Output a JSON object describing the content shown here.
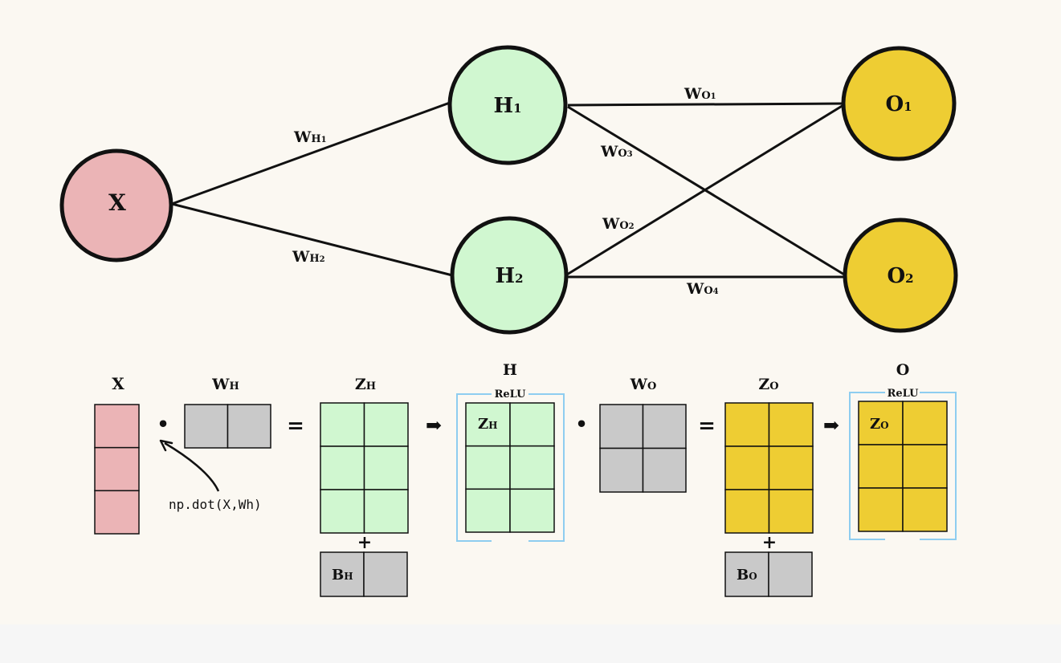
{
  "network": {
    "nodes": {
      "x": {
        "label": "X",
        "sub": ""
      },
      "h1": {
        "label": "H",
        "sub": "1"
      },
      "h2": {
        "label": "H",
        "sub": "2"
      },
      "o1": {
        "label": "O",
        "sub": "1"
      },
      "o2": {
        "label": "O",
        "sub": "2"
      }
    },
    "weights": {
      "wh1": {
        "label": "W",
        "sub": "H",
        "sub2": "1"
      },
      "wh2": {
        "label": "W",
        "sub": "H",
        "sub2": "2"
      },
      "wo1": {
        "label": "W",
        "sub": "O",
        "sub2": "1"
      },
      "wo2": {
        "label": "W",
        "sub": "O",
        "sub2": "2"
      },
      "wo3": {
        "label": "W",
        "sub": "O",
        "sub2": "3"
      },
      "wo4": {
        "label": "W",
        "sub": "O",
        "sub2": "4"
      }
    }
  },
  "matrices": {
    "x": {
      "title": "X",
      "rows": 3,
      "cols": 1
    },
    "wh": {
      "title": "W",
      "title_sub": "H",
      "rows": 1,
      "cols": 2
    },
    "zh": {
      "title": "Z",
      "title_sub": "H",
      "rows": 3,
      "cols": 2
    },
    "bh": {
      "label": "B",
      "label_sub": "H",
      "rows": 1,
      "cols": 2
    },
    "h": {
      "title": "H",
      "relu": "ReLU",
      "inner": "Z",
      "inner_sub": "H",
      "rows": 3,
      "cols": 2
    },
    "wo": {
      "title": "W",
      "title_sub": "O",
      "rows": 2,
      "cols": 2
    },
    "zo": {
      "title": "Z",
      "title_sub": "O",
      "rows": 3,
      "cols": 2
    },
    "bo": {
      "label": "B",
      "label_sub": "O",
      "rows": 1,
      "cols": 2
    },
    "o": {
      "title": "O",
      "relu": "ReLU",
      "inner": "Z",
      "inner_sub": "O",
      "rows": 3,
      "cols": 2
    }
  },
  "operators": {
    "dot1": "•",
    "eq1": "=",
    "plus1": "+",
    "arrow1": "➡",
    "dot2": "•",
    "eq2": "=",
    "plus2": "+",
    "arrow2": "➡"
  },
  "annotation": {
    "code": "np.dot(X,Wh)"
  },
  "colors": {
    "input": "#ebb4b6",
    "hidden": "#d0f7d0",
    "output": "#eecd33",
    "weight": "#c9c9c9",
    "relu_box": "#8ecdf0",
    "stroke": "#111111"
  }
}
